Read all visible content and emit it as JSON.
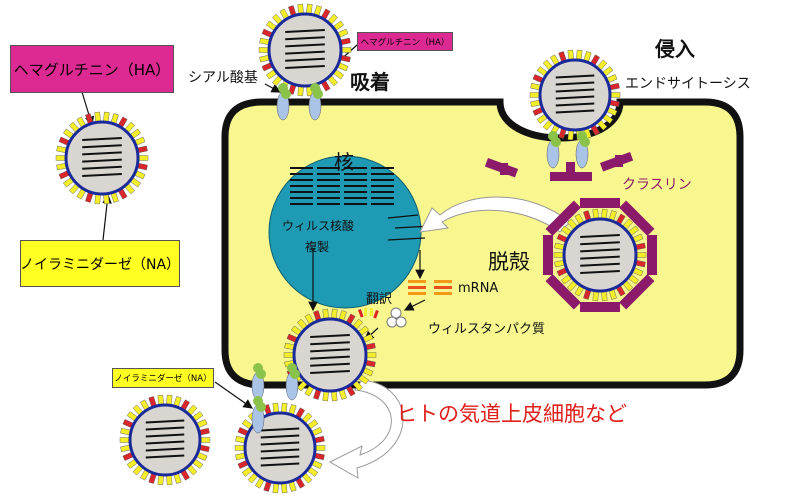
{
  "labels": {
    "ha_box": "ヘマグルチニン（HA）",
    "na_box": "ノイラミニダーゼ（NA）",
    "ha_small": "ヘマグルチニン（HA）",
    "na_small": "ノイラミニダーゼ（NA）",
    "sialic_acid": "シアル酸基",
    "adsorption": "吸着",
    "invasion": "侵入",
    "endocytosis": "エンドサイトーシス",
    "nucleus": "核",
    "clathrin": "クラスリン",
    "viral_nucleic_acid": "ウィルス核酸",
    "replication": "複製",
    "uncoating": "脱殻",
    "mrna": "mRNA",
    "translation": "翻訳",
    "viral_protein": "ウィルスタンパク質",
    "cell_caption": "ヒトの気道上皮細胞など"
  },
  "colors": {
    "ha_box": "#dd2a92",
    "na_box": "#ffff22",
    "cell": "#f8f68e",
    "nucleus": "#1e9ab4",
    "clathrin": "#8b1a6b",
    "caption": "#e0201c"
  }
}
